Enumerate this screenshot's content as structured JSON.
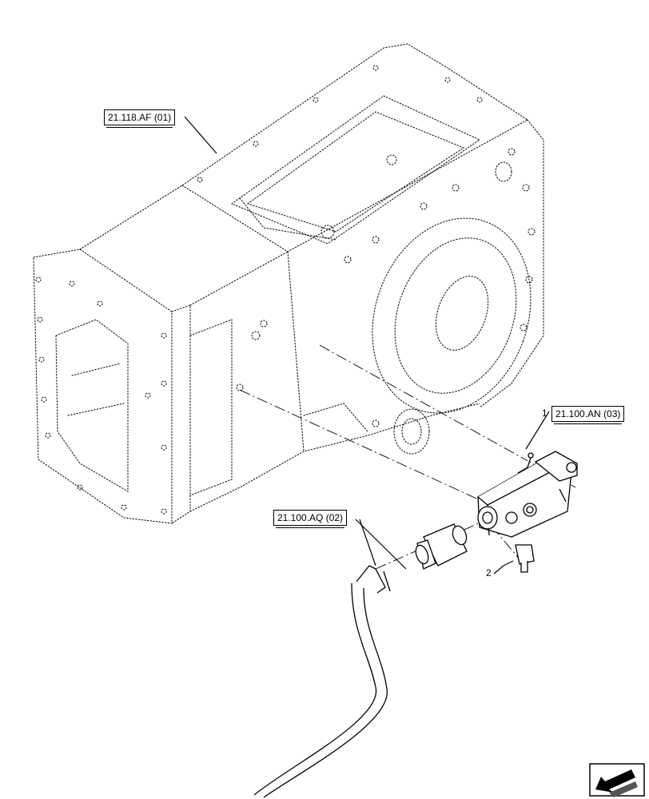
{
  "callouts": {
    "housing_ref": "21.118.AF (01)",
    "valve_ref": "21.100.AN (03)",
    "hose_ref": "21.100.AQ (02)"
  },
  "items": {
    "valve_number": "1",
    "bolt_number": "2"
  },
  "navigation": {
    "icon": "arrow-left-icon"
  }
}
